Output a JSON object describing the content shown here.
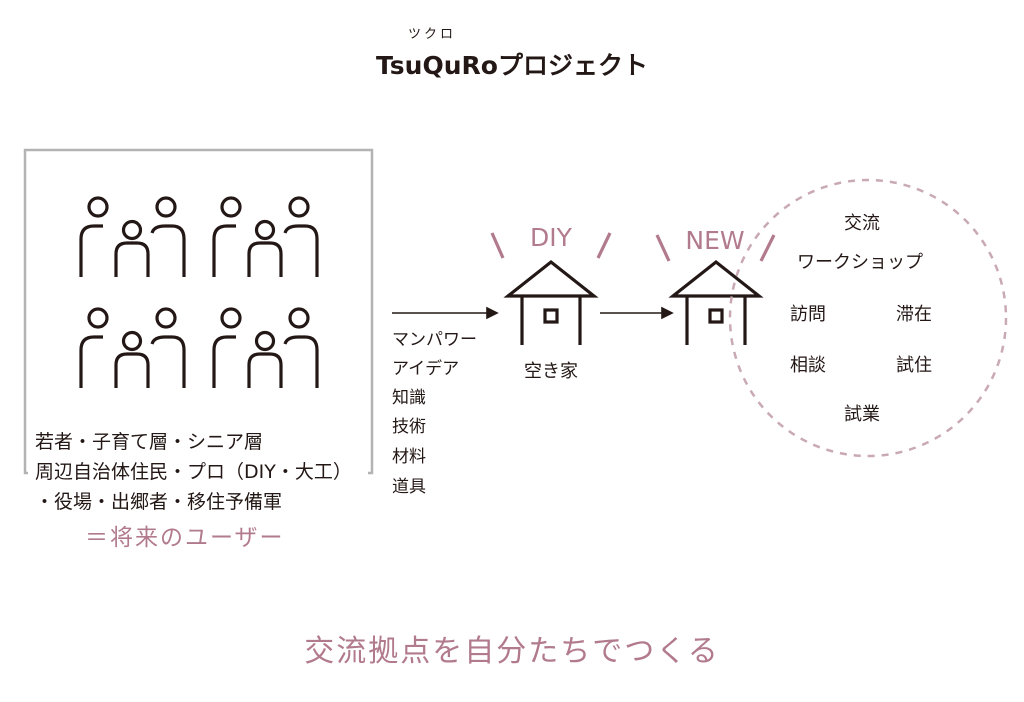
{
  "title": {
    "ruby": "ツクロ",
    "text": "TsuQuRoプロジェクト"
  },
  "users": {
    "lines": [
      "若者・子育て層・シニア層",
      "周辺自治体住民・プロ（DIY・大工）",
      "・役場・出郷者・移住予備軍"
    ],
    "summary": "＝将来のユーザー"
  },
  "resources": [
    "マンパワー",
    "アイデア",
    "知識",
    "技術",
    "材料",
    "道具"
  ],
  "house_before": {
    "tag": "DIY",
    "label": "空き家"
  },
  "house_after": {
    "tag": "NEW"
  },
  "activities": {
    "top": "交流",
    "workshop": "ワークショップ",
    "visit": "訪問",
    "stay": "滞在",
    "consult": "相談",
    "trial_living": "試住",
    "trial_business": "試業"
  },
  "caption": "交流拠点を自分たちでつくる",
  "colors": {
    "accent": "#b27b8d",
    "frame": "#b3b3b3",
    "ink": "#231815"
  }
}
